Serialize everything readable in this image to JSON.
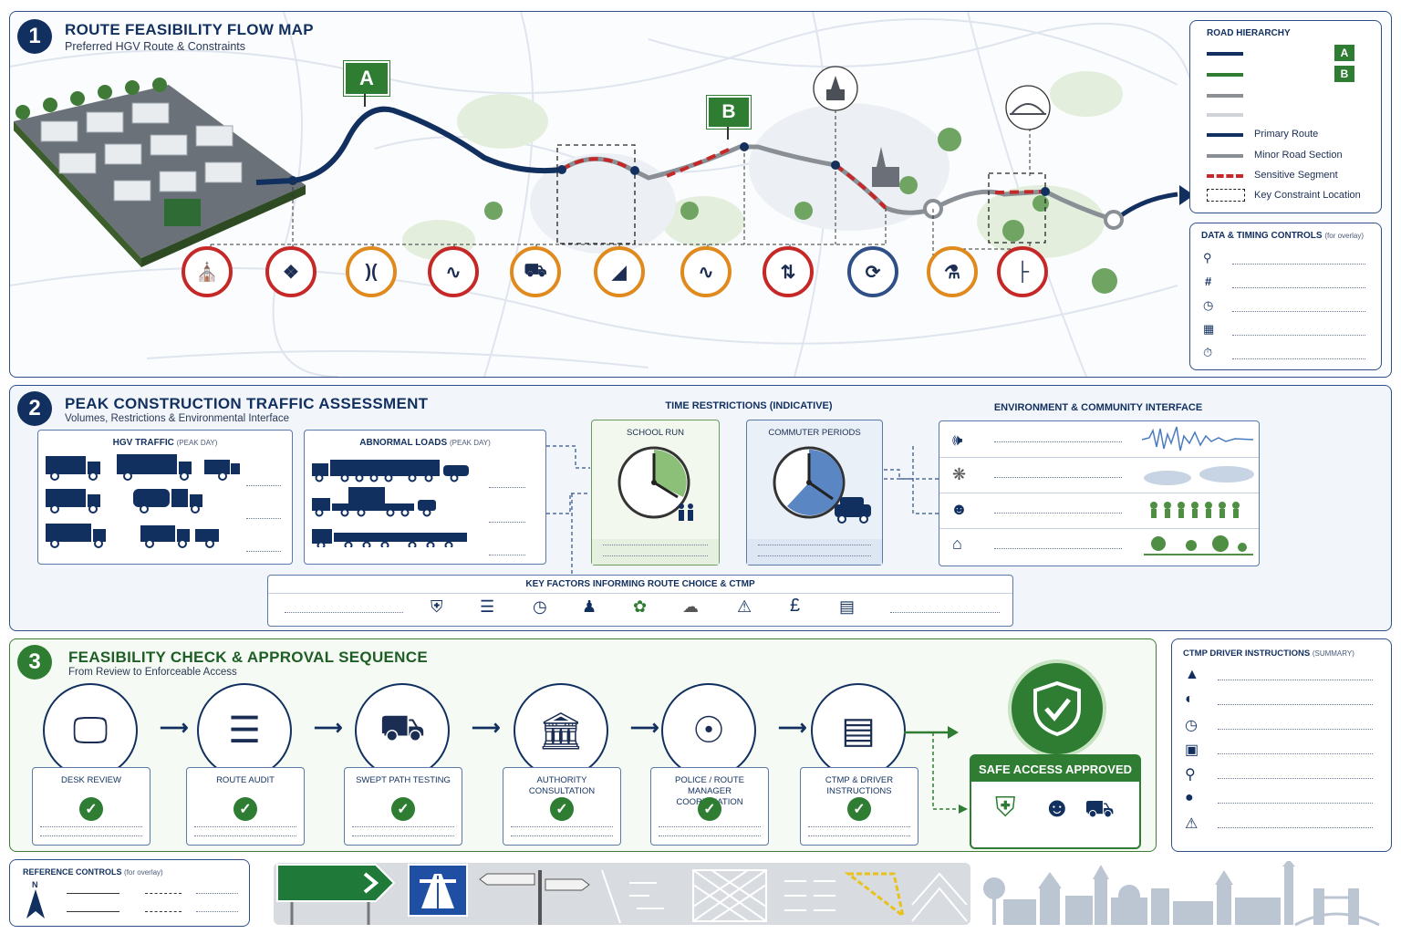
{
  "section1": {
    "number": "1",
    "title": "ROUTE FEASIBILITY FLOW MAP",
    "subtitle": "Preferred HGV Route & Constraints",
    "marker_a": "A",
    "marker_b": "B",
    "constraint_icons": [
      {
        "name": "church-icon",
        "color": "#c62828"
      },
      {
        "name": "pedestrians-icon",
        "color": "#c62828"
      },
      {
        "name": "road-narrows-icon",
        "color": "#e08a1e"
      },
      {
        "name": "bridge-icon",
        "color": "#c62828"
      },
      {
        "name": "car-icon",
        "color": "#e08a1e"
      },
      {
        "name": "steep-gradient-icon",
        "color": "#e08a1e"
      },
      {
        "name": "winding-road-icon",
        "color": "#e08a1e"
      },
      {
        "name": "two-way-traffic-icon",
        "color": "#c62828"
      },
      {
        "name": "roundabout-icon",
        "color": "#2f4f86"
      },
      {
        "name": "tree-icon",
        "color": "#e08a1e"
      },
      {
        "name": "junction-icon",
        "color": "#c62828"
      }
    ]
  },
  "legend": {
    "title": "ROAD HIERARCHY",
    "badge_a": "A",
    "badge_b": "B",
    "items": [
      "Primary Route",
      "Minor Road Section",
      "Sensitive Segment",
      "Key Constraint Location"
    ]
  },
  "data_timing": {
    "title": "DATA & TIMING CONTROLS",
    "note": "(for overlay)",
    "icons": [
      "location-pin-icon",
      "hash-icon",
      "clock-icon",
      "calendar-icon",
      "stopwatch-icon"
    ]
  },
  "section2": {
    "number": "2",
    "title": "PEAK CONSTRUCTION TRAFFIC ASSESSMENT",
    "subtitle": "Volumes, Restrictions & Environmental Interface",
    "hgv_title": "HGV TRAFFIC",
    "hgv_note": "(PEAK DAY)",
    "abnormal_title": "ABNORMAL LOADS",
    "abnormal_note": "(PEAK DAY)",
    "time_title": "TIME RESTRICTIONS (INDICATIVE)",
    "school_run": "SCHOOL RUN",
    "commuter": "COMMUTER PERIODS",
    "env_title": "ENVIRONMENT & COMMUNITY INTERFACE",
    "env_icons": [
      "noise-icon",
      "dust-icon",
      "community-icon",
      "home-icon"
    ],
    "key_factors_title": "KEY FACTORS INFORMING ROUTE CHOICE & CTMP",
    "key_factor_icons": [
      "shield-icon",
      "road-icon",
      "clock-icon",
      "people-icon",
      "leaf-icon",
      "weather-icon",
      "warning-icon",
      "pound-icon",
      "checklist-icon"
    ],
    "pound_symbol": "£"
  },
  "section3": {
    "number": "3",
    "title": "FEASIBILITY CHECK & APPROVAL SEQUENCE",
    "subtitle": "From Review to Enforceable Access",
    "steps": [
      {
        "label": "DESK REVIEW",
        "icon": "monitor-map-icon"
      },
      {
        "label": "ROUTE AUDIT",
        "icon": "road-checklist-icon"
      },
      {
        "label": "SWEPT PATH TESTING",
        "icon": "truck-path-icon"
      },
      {
        "label": "AUTHORITY CONSULTATION",
        "icon": "authority-icon"
      },
      {
        "label": "POLICE / ROUTE MANAGER COORDINATION",
        "icon": "police-icon"
      },
      {
        "label": "CTMP & DRIVER INSTRUCTIONS",
        "icon": "clipboard-person-icon"
      }
    ],
    "approved": "SAFE ACCESS APPROVED"
  },
  "ctmp": {
    "title": "CTMP DRIVER INSTRUCTIONS",
    "note": "(SUMMARY)",
    "icons": [
      "cone-icon",
      "speedometer-icon",
      "clock-icon",
      "cb-radio-icon",
      "location-pin-icon",
      "hard-hat-icon",
      "warning-icon"
    ]
  },
  "reference": {
    "title": "REFERENCE CONTROLS",
    "note": "(for overlay)",
    "north": "N"
  },
  "colors": {
    "navy": "#12305f",
    "green": "#2e7d32",
    "red": "#c62828",
    "orange": "#e08a1e",
    "grey_road": "#8a8f96"
  }
}
